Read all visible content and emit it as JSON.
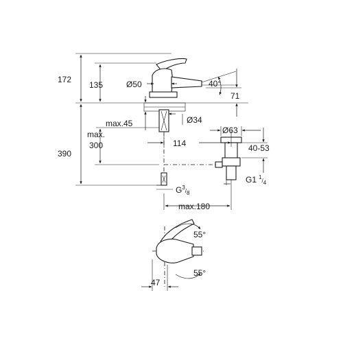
{
  "dimensions": {
    "height_total": "172",
    "height_spout": "135",
    "diameter_body": "Ø50",
    "angle_spout": "40°",
    "depth_71": "71",
    "max_thickness": "max.45",
    "diameter_hole": "Ø34",
    "diameter_waste": "Ø63",
    "reach_114": "114",
    "waste_range": "40-53",
    "total_390": "390",
    "max_hose_line1": "max.",
    "max_hose_line2": "300",
    "thread_g38_main": "G",
    "thread_g38_sup": "3",
    "thread_g38_sub": "8",
    "thread_g114_main": "G1",
    "thread_g114_sup": "1",
    "thread_g114_sub": "4",
    "max_180": "max.180",
    "angle_top": "55°",
    "angle_bottom": "55°",
    "width_47": "47"
  }
}
